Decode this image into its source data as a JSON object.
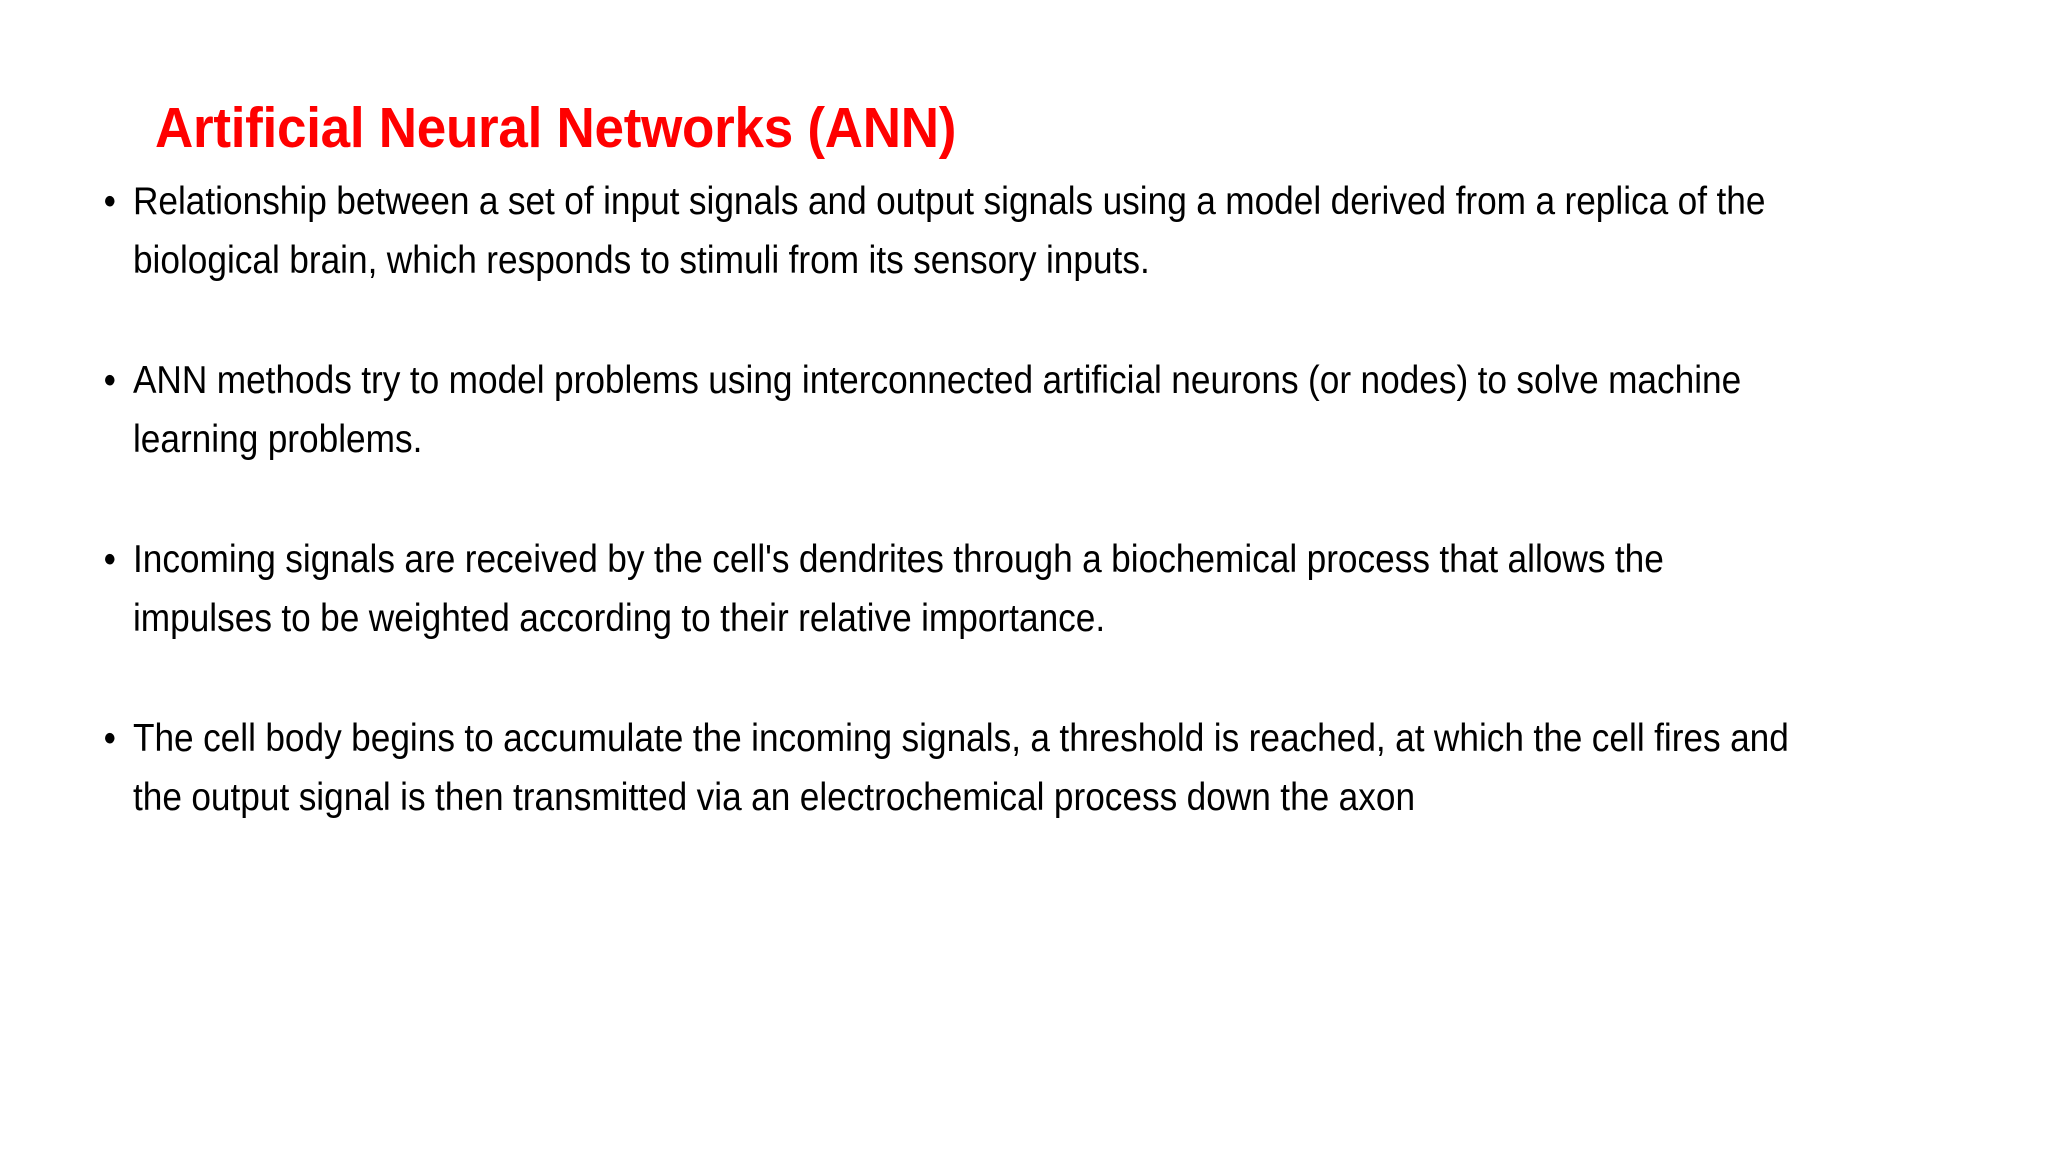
{
  "slide": {
    "title": "Artificial Neural Networks (ANN)",
    "title_color": "#ff0000",
    "background_color": "#ffffff",
    "body_text_color": "#000000",
    "bullet_marker": "•",
    "bullets": [
      {
        "text": "Relationship between a set of input signals and output signals using a model derived from a replica of the biological brain, which responds to stimuli from its sensory inputs."
      },
      {
        "text": "ANN methods try to model problems using interconnected artificial neurons (or nodes) to solve machine learning problems."
      },
      {
        "text": "Incoming signals are received by the cell's dendrites through a biochemical process that allows the impulses to be weighted according to their relative importance."
      },
      {
        "text": "The cell body begins to accumulate the incoming signals, a threshold is reached, at which the cell fires and the output signal is then transmitted via an electrochemical process down the axon"
      }
    ]
  }
}
